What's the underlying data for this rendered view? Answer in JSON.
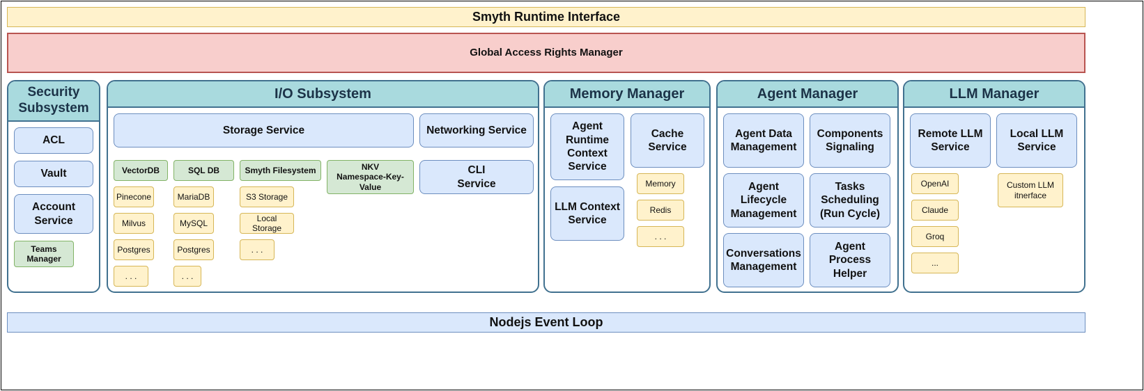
{
  "runtime_interface": "Smyth Runtime Interface",
  "access_rights": "Global Access Rights Manager",
  "event_loop": "Nodejs Event Loop",
  "security": {
    "title": "Security\nSubsystem",
    "acl": "ACL",
    "vault": "Vault",
    "account": "Account\nService",
    "teams": "Teams\nManager"
  },
  "io": {
    "title": "I/O Subsystem",
    "storage": "Storage Service",
    "networking": "Networking Service",
    "cli": "CLI\nService",
    "vectordb": {
      "label": "VectorDB",
      "items": [
        "Pinecone",
        "Milvus",
        "Postgres",
        ". . ."
      ]
    },
    "sqldb": {
      "label": "SQL DB",
      "items": [
        "MariaDB",
        "MySQL",
        "Postgres",
        ". . ."
      ]
    },
    "filesystem": {
      "label": "Smyth Filesystem",
      "items": [
        "S3 Storage",
        "Local Storage",
        ". . ."
      ]
    },
    "nkv": "NKV\nNamespace-Key-\nValue"
  },
  "memory": {
    "title": "Memory Manager",
    "agent_runtime": "Agent\nRuntime\nContext\nService",
    "cache": "Cache\nService",
    "llm_context": "LLM Context\nService",
    "cache_items": [
      "Memory",
      "Redis",
      ". . ."
    ]
  },
  "agent": {
    "title": "Agent Manager",
    "data": "Agent Data\nManagement",
    "signaling": "Components\nSignaling",
    "lifecycle": "Agent\nLifecycle\nManagement",
    "tasks": "Tasks\nScheduling\n(Run Cycle)",
    "conversations": "Conversations\nManagement",
    "helper": "Agent Process\nHelper"
  },
  "llm": {
    "title": "LLM Manager",
    "remote": "Remote LLM\nService",
    "local": "Local LLM\nService",
    "remote_items": [
      "OpenAI",
      "Claude",
      "Groq",
      "..."
    ],
    "custom": "Custom LLM\nitnerface"
  }
}
